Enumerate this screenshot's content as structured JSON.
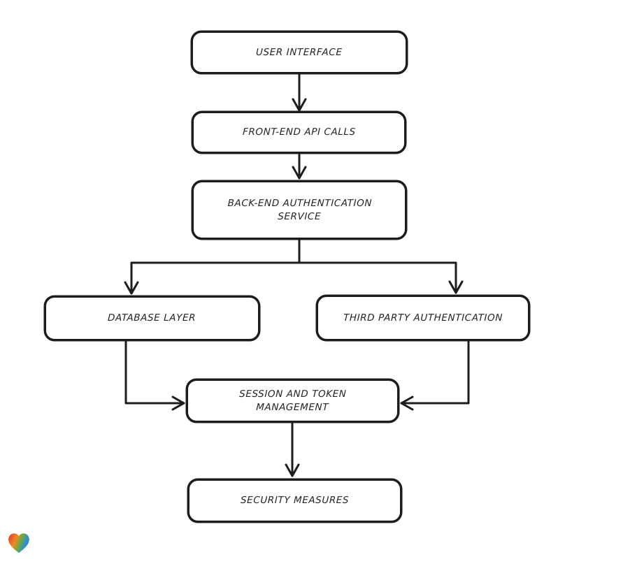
{
  "diagram": {
    "type": "flowchart",
    "style": "hand-drawn",
    "colors": {
      "background": "#ffffff",
      "node_fill": "#ffffff",
      "stroke": "#1c1c1c",
      "text": "#242424"
    },
    "nodes": [
      {
        "id": "user-interface",
        "label": "USER INTERFACE"
      },
      {
        "id": "front-end-api-calls",
        "label": "FRONT-END API CALLS"
      },
      {
        "id": "back-end-authentication-service",
        "label": "BACK-END AUTHENTICATION SERVICE"
      },
      {
        "id": "database-layer",
        "label": "DATABASE LAYER"
      },
      {
        "id": "third-party-authentication",
        "label": "THIRD PARTY AUTHENTICATION"
      },
      {
        "id": "session-and-token-management",
        "label": "SESSION AND TOKEN MANAGEMENT"
      },
      {
        "id": "security-measures",
        "label": "SECURITY MEASURES"
      }
    ],
    "edges": [
      {
        "from": "user-interface",
        "to": "front-end-api-calls"
      },
      {
        "from": "front-end-api-calls",
        "to": "back-end-authentication-service"
      },
      {
        "from": "back-end-authentication-service",
        "to": "database-layer"
      },
      {
        "from": "back-end-authentication-service",
        "to": "third-party-authentication"
      },
      {
        "from": "database-layer",
        "to": "session-and-token-management"
      },
      {
        "from": "third-party-authentication",
        "to": "session-and-token-management"
      },
      {
        "from": "session-and-token-management",
        "to": "security-measures"
      }
    ]
  },
  "logo": {
    "icon": "heart-gradient-logo",
    "gradient_colors": [
      "#e13a30",
      "#ee8a1f",
      "#66a943",
      "#2e7fd9"
    ]
  }
}
